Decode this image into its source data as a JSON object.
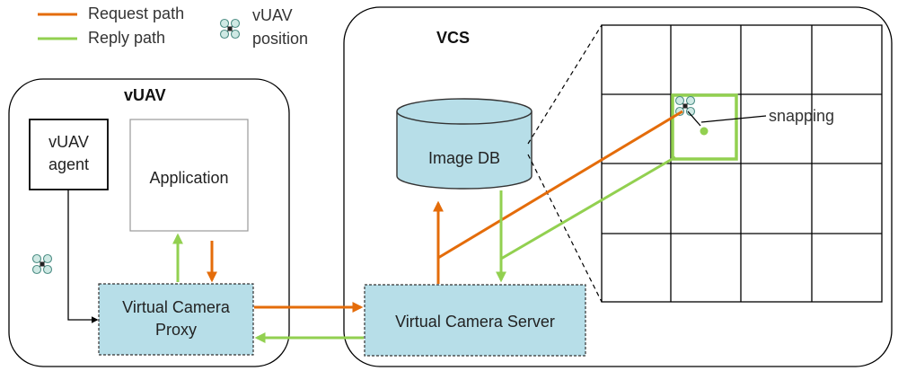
{
  "legend": {
    "request_label": "Request path",
    "reply_label": "Reply path",
    "position_line1": "vUAV",
    "position_line2": "position"
  },
  "vuav": {
    "title": "vUAV",
    "agent_line1": "vUAV",
    "agent_line2": "agent",
    "application": "Application",
    "proxy_line1": "Virtual Camera",
    "proxy_line2": "Proxy"
  },
  "vcs": {
    "title": "VCS",
    "image_db": "Image DB",
    "server": "Virtual Camera Server"
  },
  "grid": {
    "snapping_label": "snapping"
  },
  "colors": {
    "request": "#E46C0A",
    "reply": "#92D050",
    "box_fill": "#B7DEE8",
    "drone_icon": "#7FBFB2"
  }
}
